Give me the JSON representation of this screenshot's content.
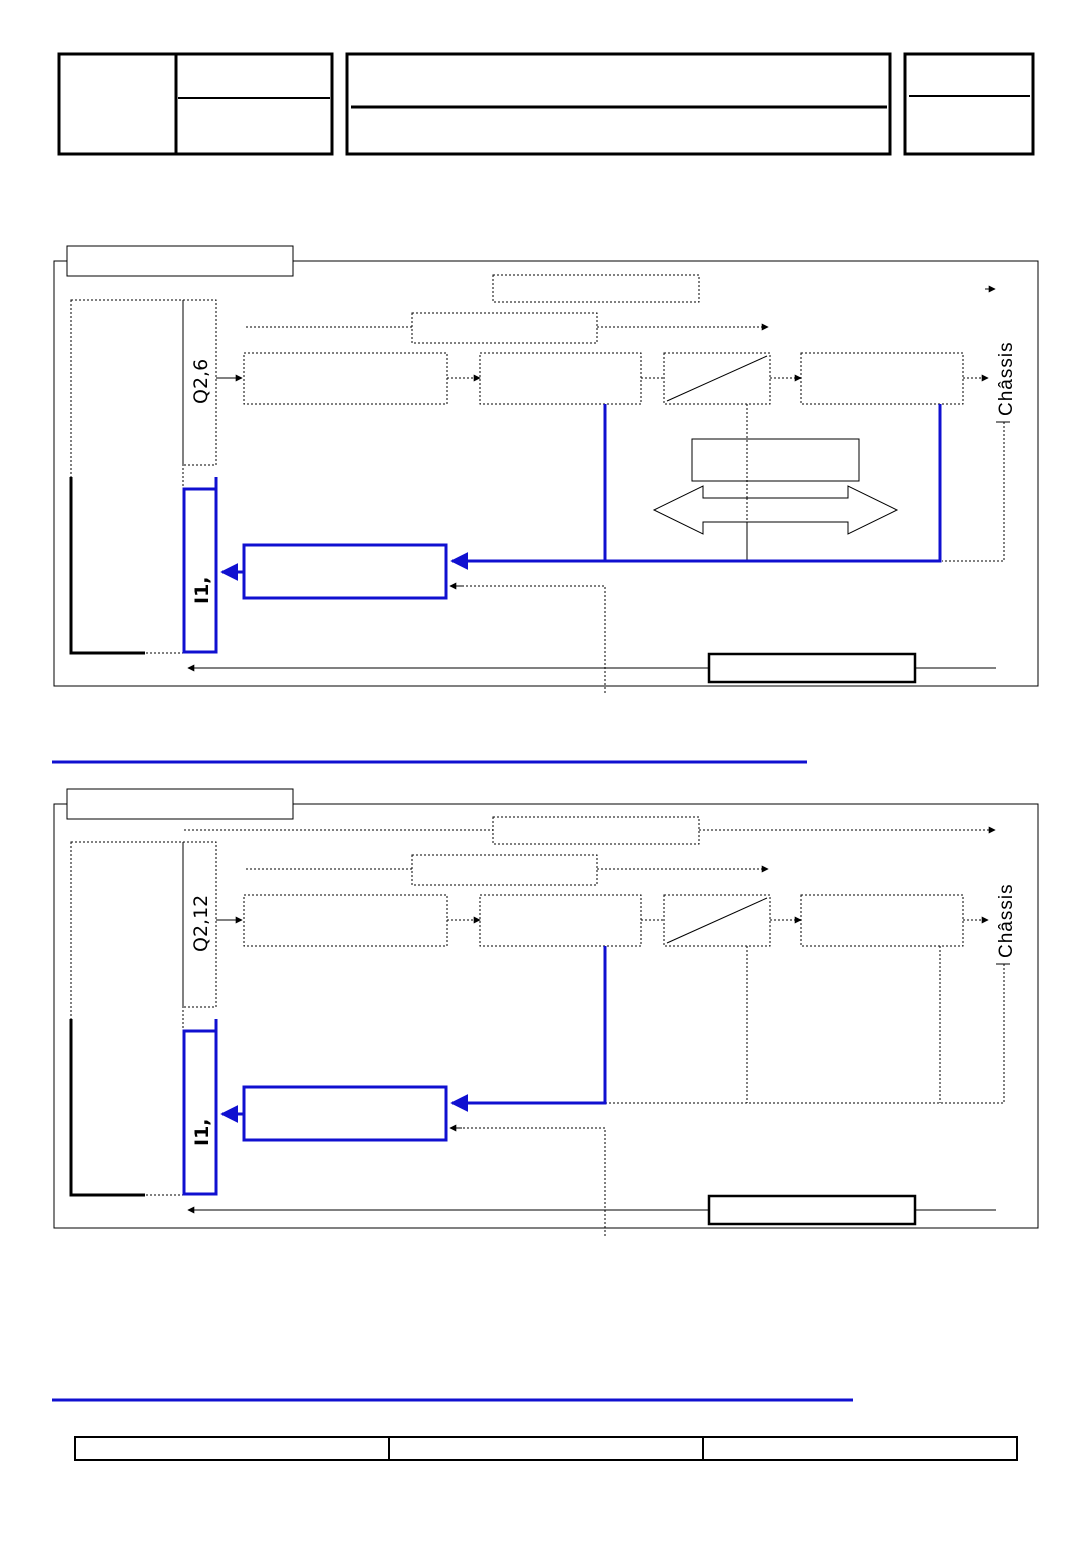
{
  "colors": {
    "line": "#000000",
    "highlight": "#1010d0",
    "background": "#ffffff"
  },
  "diagram1": {
    "input_label": "Q2,6",
    "output_label": "I1,",
    "chassis_label": "Châssis"
  },
  "diagram2": {
    "input_label": "Q2,12",
    "output_label": "I1,",
    "chassis_label": "Châssis"
  }
}
